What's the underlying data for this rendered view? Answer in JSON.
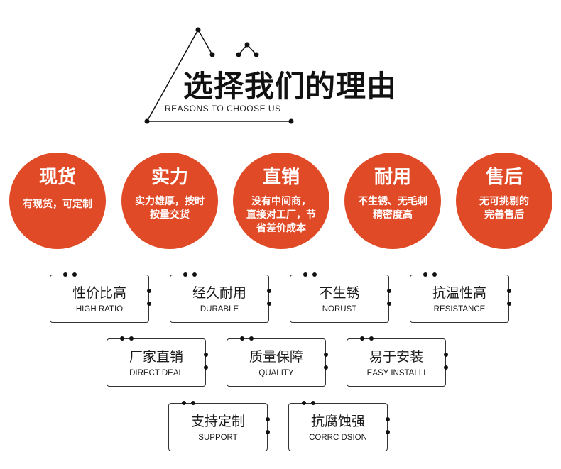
{
  "header": {
    "title": "选择我们的理由",
    "subtitle": "REASONS TO CHOOSE US"
  },
  "circles": [
    {
      "title": "现货",
      "lines": [
        "有现货，可定制"
      ]
    },
    {
      "title": "实力",
      "lines": [
        "实力雄厚，按时",
        "按量交货"
      ]
    },
    {
      "title": "直销",
      "lines": [
        "没有中间商，",
        "直接对工厂，节",
        "省差价成本"
      ]
    },
    {
      "title": "耐用",
      "lines": [
        "不生锈、无毛刺",
        "精密度高"
      ]
    },
    {
      "title": "售后",
      "lines": [
        "无可挑剔的",
        "完善售后"
      ]
    }
  ],
  "features": [
    {
      "title": "性价比高",
      "subtitle": "HIGH RATIO"
    },
    {
      "title": "经久耐用",
      "subtitle": "DURABLE"
    },
    {
      "title": "不生锈",
      "subtitle": "NORUST"
    },
    {
      "title": "抗温性高",
      "subtitle": "RESISTANCE"
    },
    {
      "title": "厂家直销",
      "subtitle": "DIRECT DEAL"
    },
    {
      "title": "质量保障",
      "subtitle": "QUALITY"
    },
    {
      "title": "易于安装",
      "subtitle": "EASY INSTALLI"
    },
    {
      "title": "支持定制",
      "subtitle": "SUPPORT"
    },
    {
      "title": "抗腐蚀强",
      "subtitle": "CORRC DSION"
    }
  ],
  "colors": {
    "accent": "#e04a27",
    "text": "#111111",
    "border": "#333333"
  }
}
